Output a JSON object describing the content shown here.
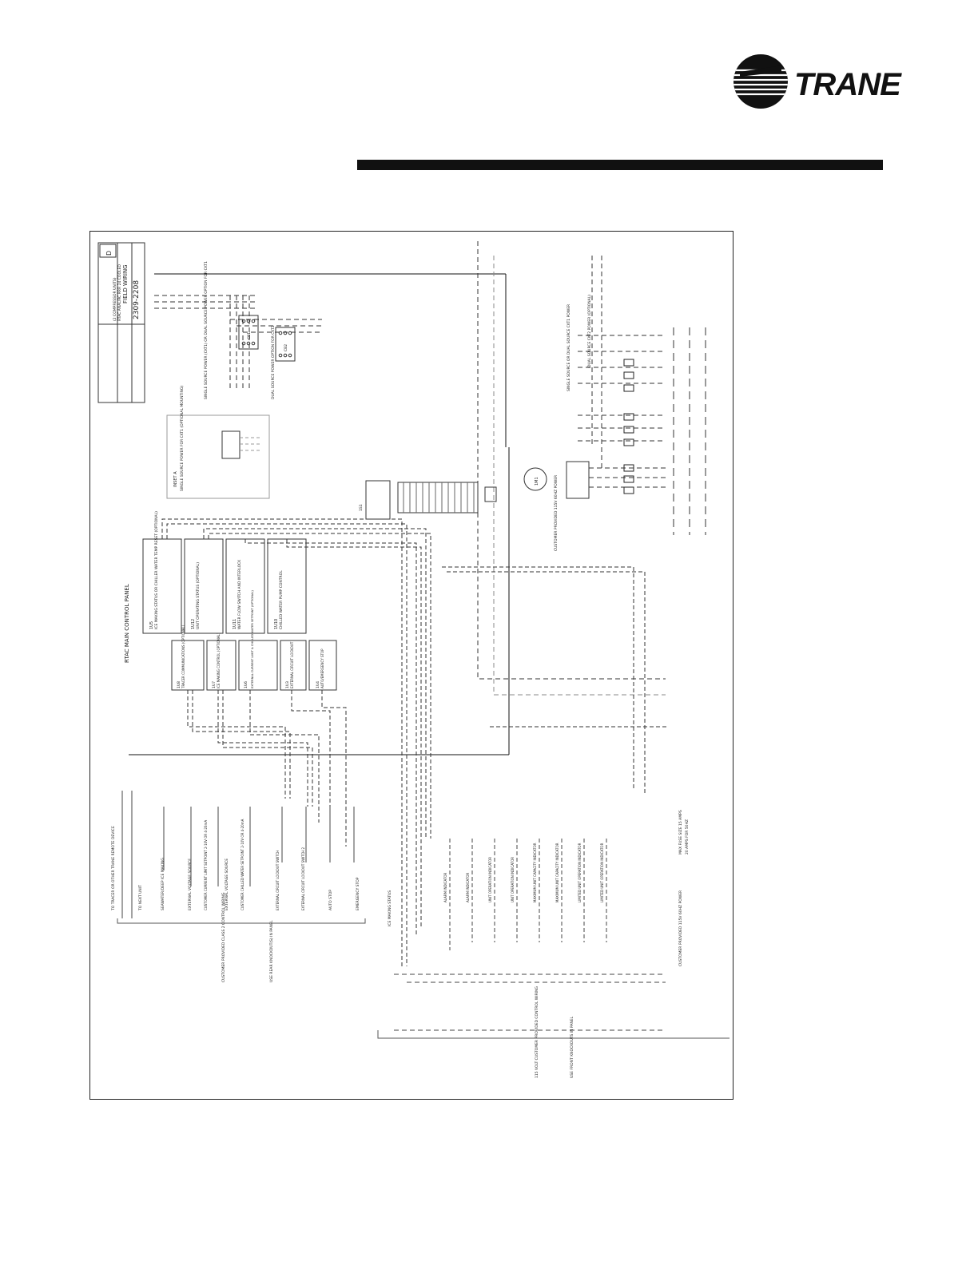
{
  "brand": {
    "name": "TRANE",
    "reg_mark": "®"
  },
  "title_block": {
    "drawing_number": "2309-2208",
    "revision": "D",
    "title": "FIELD WIRING",
    "subtitle_1": "RTAC ANAL/RC RRR 24 COOLED",
    "subtitle_2": "(2 COMPRESSOR UNITS)"
  },
  "panel": {
    "title": "RTAC MAIN CONTROL PANEL"
  },
  "power_notes": {
    "single_source_cb1": "SINGLE SOURCE POWER (CKT1) OR DUAL SOURCE POWER OPTION FOR CKT1",
    "dual_source_cb2": "DUAL SOURCE POWER OPTION FOR CKT2",
    "dual_source_ckt2": "DUAL SOURCE CKT2 POWER (OPTIONAL)",
    "single_or_dual_ckt1": "SINGLE SOURCE OR DUAL SOURCE CKT1 POWER",
    "inset_a_title": "INSET A",
    "inset_a_desc": "SINGLE SOURCE POWER FOR CKT1 (OPTIONAL MOUNTING)",
    "cb1_label": "CB1",
    "cb2_label": "CB2",
    "disc_label": "1S1",
    "pump_label": "1M1",
    "customer_power_main": "CUSTOMER PROVIDED 115V 60HZ POWER",
    "max_fuse_15": "MAX FUSE SIZE 15 AMPS",
    "max_fuse_20": "20 AMPS FOR 50HZ"
  },
  "modules": [
    {
      "id": "1U5",
      "label": "ICE MAKING STATUS OR CHILLER WATER TEMP RESET (OPTIONAL)"
    },
    {
      "id": "1U12",
      "label": "UNIT OPERATING STATUS (OPTIONAL)"
    },
    {
      "id": "1U11",
      "label": "WATER FLOW SWITCH AND INTERLOCK"
    },
    {
      "id": "1U10",
      "label": "CHILLED WATER PUMP CONTROL"
    },
    {
      "id": "1U8",
      "label": "TRACER COMMUNICATIONS (OPTIONAL)"
    },
    {
      "id": "1U7",
      "label": "ICE MAKING CONTROL (OPTIONAL)"
    },
    {
      "id": "1U6",
      "label": "EXTERNAL CURRENT LIMIT & CHILLED WATER SETPOINT (OPTIONAL)"
    },
    {
      "id": "1U3",
      "label": "EXTERNAL CIRCUIT LOCKOUT"
    },
    {
      "id": "1U4",
      "label": "AUTO/EMERGENCY STOP"
    }
  ],
  "left_field_items": [
    "TO TRACER OR OTHER TRANE REMOTE DEVICE",
    "TO NEXT UNIT",
    "SEAWATER/DEEP ICE MAKING",
    "EXTERNAL VOLTAGE SOURCE",
    "CUSTOMER CURRENT LIMIT SETPOINT 2-10V OR 4-20mA",
    "EXTERNAL VOLTAGE SOURCE",
    "CUSTOMER CHILLED WATER SETPOINT 2-10V OR 4-20mA",
    "EXTERNAL CIRCUIT LOCKOUT SWITCH",
    "EXTERNAL CIRCUIT LOCKOUT SWITCH 2",
    "AUTO STOP",
    "EMERGENCY STOP"
  ],
  "relay_outputs": [
    "ALARM INDICATOR",
    "ALARM INDICATOR",
    "UNIT OPERATION INDICATOR",
    "UNIT OPERATION INDICATOR",
    "MAXIMUM UNIT CAPACITY INDICATOR",
    "MAXIMUM UNIT CAPACITY INDICATOR",
    "LIMITED UNIT OPERATION INDICATOR",
    "LIMITED UNIT OPERATION INDICATOR"
  ],
  "bottom_notes": {
    "class2": "CUSTOMER PROVIDED CLASS 2 CONTROL WIRING",
    "knockout": "USE REAR KNOCKOUT(S) IN PANEL",
    "ice_making": "ICE MAKING STATUS",
    "customer_115v": "CUSTOMER PROVIDED 115V 60HZ POWER",
    "class1": "115 VOLT CUSTOMER PROVIDED CONTROL WIRING",
    "front_knockouts": "USE FRONT KNOCKOUTS IN PANEL"
  }
}
